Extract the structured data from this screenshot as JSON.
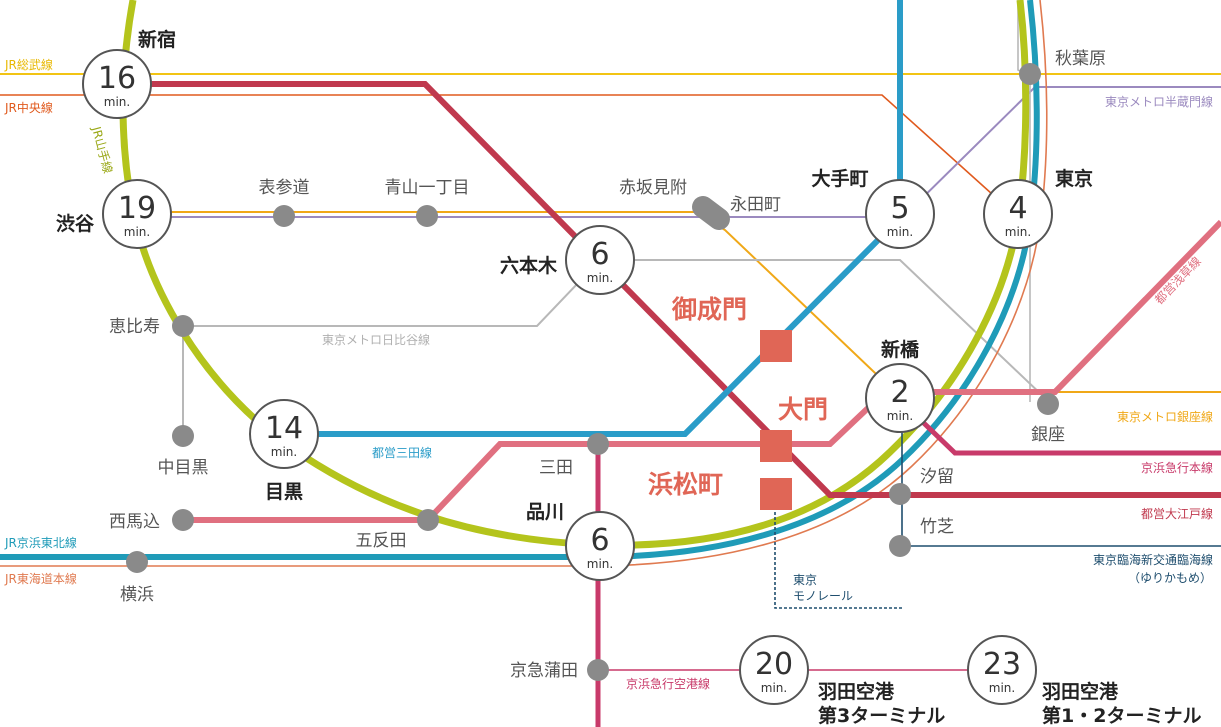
{
  "colors": {
    "yamanote": "#b4c41c",
    "chuo": "#e05a1e",
    "sobu": "#f2c414",
    "keihin_tohoku": "#1f9bb8",
    "tokaido": "#e07a50",
    "mita": "#2a9cc8",
    "oedo": "#c0394e",
    "asakusa": "#e07080",
    "keikyu": "#c83a6a",
    "ginza": "#f0a818",
    "hanzomon": "#9b8abf",
    "hibiya": "#b8b8b8",
    "yurikamome": "#1f4e6e",
    "monorail": "#1f4e6e",
    "hub": "#e06656",
    "station": "#8a8a8a"
  },
  "lines": {
    "sobu": "JR総武線",
    "chuo": "JR中央線",
    "yamanote": "JR山手線",
    "keihin_tohoku": "JR京浜東北線",
    "tokaido": "JR東海道本線",
    "hanzomon": "東京メトロ半蔵門線",
    "hibiya": "東京メトロ日比谷線",
    "ginza": "東京メトロ銀座線",
    "mita": "都営三田線",
    "asakusa": "都営浅草線",
    "keikyu": "京浜急行本線",
    "oedo": "都営大江戸線",
    "yurikamome_1": "東京臨海新交通臨海線",
    "yurikamome_2": "（ゆりかもめ）",
    "monorail_1": "東京",
    "monorail_2": "モノレール",
    "keikyu_airport": "京浜急行空港線"
  },
  "hubs": {
    "onarimon": "御成門",
    "daimon": "大門",
    "hamamatsucho": "浜松町"
  },
  "unit": "min.",
  "times": [
    {
      "id": "shinjuku",
      "station": "新宿",
      "minutes": "16"
    },
    {
      "id": "shibuya",
      "station": "渋谷",
      "minutes": "19"
    },
    {
      "id": "meguro",
      "station": "目黒",
      "minutes": "14"
    },
    {
      "id": "roppongi",
      "station": "六本木",
      "minutes": "6"
    },
    {
      "id": "otemachi",
      "station": "大手町",
      "minutes": "5"
    },
    {
      "id": "tokyo",
      "station": "東京",
      "minutes": "4"
    },
    {
      "id": "shimbashi",
      "station": "新橋",
      "minutes": "2"
    },
    {
      "id": "shinagawa",
      "station": "品川",
      "minutes": "6"
    },
    {
      "id": "haneda3",
      "station": "羽田空港",
      "station2": "第3ターミナル",
      "minutes": "20"
    },
    {
      "id": "haneda12",
      "station": "羽田空港",
      "station2": "第1・2ターミナル",
      "minutes": "23"
    }
  ],
  "stations": {
    "akihabara": "秋葉原",
    "omotesando": "表参道",
    "aoyama": "青山一丁目",
    "akasakamitsuke": "赤坂見附",
    "nagatacho": "永田町",
    "ebisu": "恵比寿",
    "nakameguro": "中目黒",
    "nishimagome": "西馬込",
    "gotanda": "五反田",
    "yokohama": "横浜",
    "mita": "三田",
    "ginza": "銀座",
    "shiodome": "汐留",
    "takeshiba": "竹芝",
    "keikyukamata": "京急蒲田"
  }
}
